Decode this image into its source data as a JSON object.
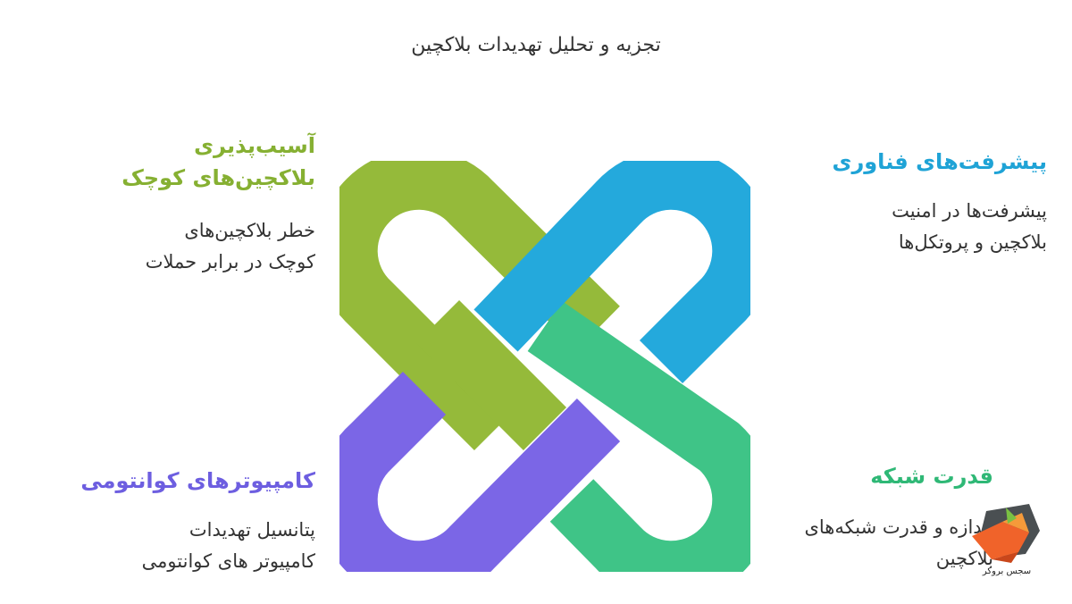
{
  "title": "تجزیه و تحلیل تهدیدات بلاکچین",
  "colors": {
    "green": "#95ba3a",
    "blue": "#24a9dc",
    "teal": "#3fc487",
    "purple": "#7b66e6"
  },
  "quadrants": {
    "top_left": {
      "heading": "آسیب‌پذیری بلاکچین‌های کوچک",
      "body_line1": "خطر بلاکچین‌های",
      "body_line2": "کوچک در برابر حملات"
    },
    "top_right": {
      "heading": "پیشرفت‌های فناوری",
      "body_line1": "پیشرفت‌ها در امنیت",
      "body_line2": "بلاکچین و پروتکل‌ها"
    },
    "bottom_left": {
      "heading": "کامپیوترهای کوانتومی",
      "body_line1": "پتانسیل تهدیدات",
      "body_line2": "کامپیوتر های کوانتومی"
    },
    "bottom_right": {
      "heading": "قدرت شبکه",
      "body_line1": "اندازه و قدرت شبکه‌های",
      "body_line2": "بلاکچین"
    }
  },
  "logo": {
    "icon": "fox-head-logo",
    "text": "سجس بروکر"
  }
}
